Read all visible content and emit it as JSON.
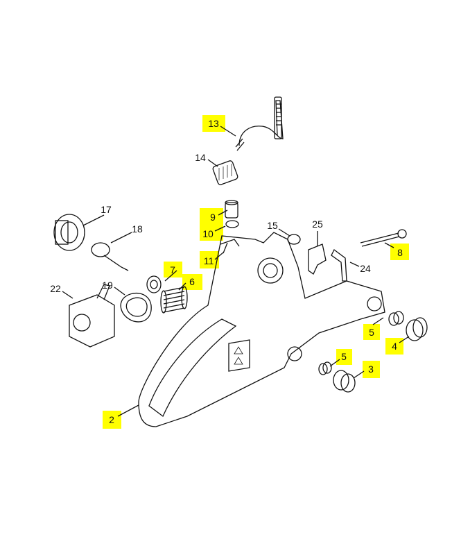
{
  "diagram": {
    "highlight_color": "#ffff00",
    "labels": [
      {
        "id": "13",
        "text": "13",
        "highlighted": true
      },
      {
        "id": "14",
        "text": "14",
        "highlighted": false
      },
      {
        "id": "17",
        "text": "17",
        "highlighted": false
      },
      {
        "id": "18",
        "text": "18",
        "highlighted": false
      },
      {
        "id": "9",
        "text": "9",
        "highlighted": true
      },
      {
        "id": "10",
        "text": "10",
        "highlighted": true
      },
      {
        "id": "15",
        "text": "15",
        "highlighted": false
      },
      {
        "id": "25",
        "text": "25",
        "highlighted": false
      },
      {
        "id": "11",
        "text": "11",
        "highlighted": true
      },
      {
        "id": "8",
        "text": "8",
        "highlighted": true
      },
      {
        "id": "24",
        "text": "24",
        "highlighted": false
      },
      {
        "id": "7",
        "text": "7",
        "highlighted": true
      },
      {
        "id": "6",
        "text": "6",
        "highlighted": true
      },
      {
        "id": "22",
        "text": "22",
        "highlighted": false
      },
      {
        "id": "19",
        "text": "19",
        "highlighted": false
      },
      {
        "id": "5a",
        "text": "5",
        "highlighted": true
      },
      {
        "id": "4",
        "text": "4",
        "highlighted": true
      },
      {
        "id": "5b",
        "text": "5",
        "highlighted": true
      },
      {
        "id": "3",
        "text": "3",
        "highlighted": true
      },
      {
        "id": "2",
        "text": "2",
        "highlighted": true
      }
    ]
  }
}
